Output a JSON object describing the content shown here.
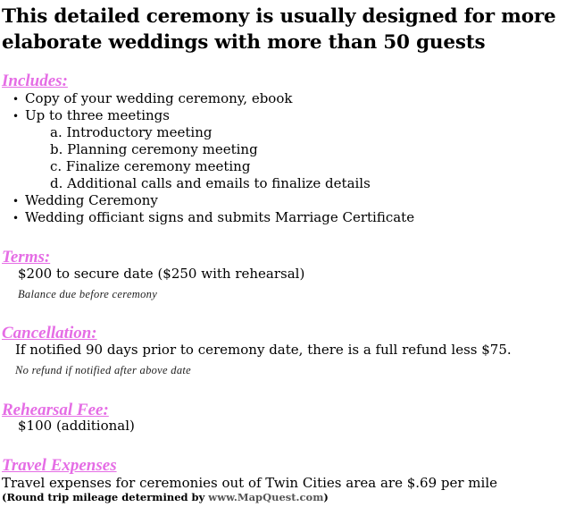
{
  "heading": {
    "line1": "This detailed ceremony is usually designed for more",
    "line2": "elaborate weddings with more than 50 guests"
  },
  "includes": {
    "title": "Includes:",
    "items": [
      "Copy of your wedding ceremony, ebook",
      "Up to three meetings",
      "a. Introductory meeting",
      "b. Planning ceremony meeting",
      "c. Finalize ceremony meeting",
      "d. Additional calls and emails to finalize details",
      "Wedding Ceremony",
      "Wedding officiant signs and submits Marriage Certificate"
    ]
  },
  "terms": {
    "title": "Terms:",
    "text": "$200 to secure date ($250 with rehearsal)",
    "note": "Balance due before ceremony"
  },
  "cancellation": {
    "title": "Cancellation:",
    "text": "If notified 90 days prior to ceremony date, there is a full refund less $75.",
    "note": "No refund if notified after above date"
  },
  "rehearsal": {
    "title": "Rehearsal Fee:",
    "text": "$100 (additional)"
  },
  "travel": {
    "title": "Travel Expenses",
    "text": "Travel expenses for ceremonies out of Twin Cities area are $.69 per mile",
    "small_prefix": "(Round trip mileage determined by ",
    "link": "www.MapQuest.com",
    "small_suffix": ")"
  },
  "colors": {
    "section_heading": "#e56de5",
    "link": "#555555"
  }
}
